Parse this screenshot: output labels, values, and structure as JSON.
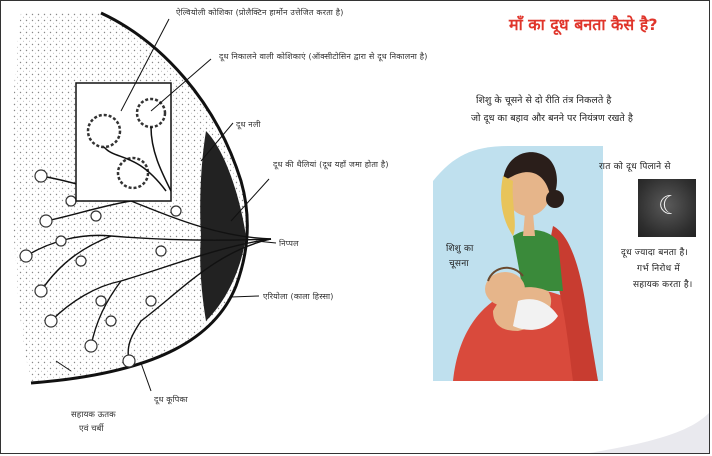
{
  "title": "माँ का दूध बनता कैसे है?",
  "breast_diagram": {
    "labels": {
      "alveolar_cells": "ऐल्वियोली कोशिका (प्रोलैक्टिन हार्मोन उत्तेजित करता है)",
      "muscle_cells": "दूध निकालने वाली कोशिकाएं (ऑक्सीटोसिन द्वारा से दूध निकालना है)",
      "milk_ducts": "दूध नली",
      "milk_sinuses": "दूध की थैलियां (दूध यहाँ जमा होता है)",
      "nipple": "निप्पल",
      "areola": "एरियोला (काला हिस्सा)",
      "alveoli": "दूध कूपिका",
      "supporting_tissue_line1": "सहायक ऊतक",
      "supporting_tissue_line2": "एवं चर्बी"
    }
  },
  "mother_panel": {
    "caption_line1": "शिशु के चूसने से दो रीति तंत्र निकलते है",
    "caption_line2": "जो दूध का बहाव और बनने पर नियंत्रण रखते है",
    "baby_label_line1": "शिशु का",
    "baby_label_line2": "चूसना",
    "night_label": "रात को दूध पिलाने से",
    "effect_line1": "दूध ज्यादा बनता है।",
    "effect_line2": "गर्भ निरोध में",
    "effect_line3": "सहायक करता है।",
    "moon_icon": "crescent-moon-icon",
    "moon_glyph": "☾"
  },
  "colors": {
    "title": "#e0352b",
    "panel_bg": "#bfe0ee",
    "sari": "#d94a3c",
    "blouse": "#3a8a3a",
    "skin": "#e6b58a"
  }
}
